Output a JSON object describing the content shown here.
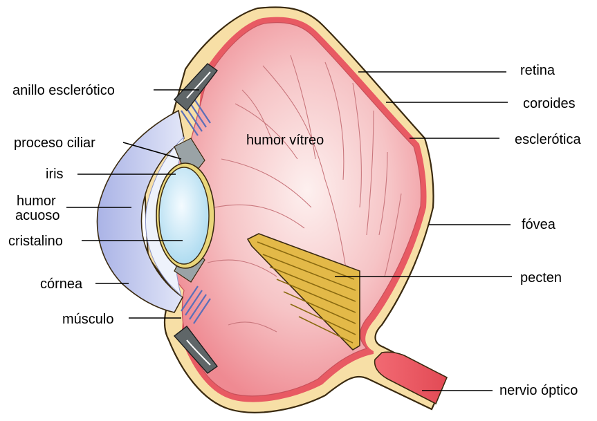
{
  "labels": {
    "anillo": "anillo esclerótico",
    "proceso": "proceso ciliar",
    "iris": "iris",
    "humor_1": "humor",
    "humor_2": "acuoso",
    "cristalino": "cristalino",
    "cornea": "córnea",
    "musculo": "músculo",
    "vitreo": "humor vítreo",
    "retina": "retina",
    "coroides": "coroides",
    "esclerotica": "esclerótica",
    "fovea": "fóvea",
    "pecten": "pecten",
    "nervio": "nervio óptico"
  },
  "colors": {
    "sclera": "#f7dfa6",
    "sclera_outline": "#3a2a10",
    "choroid": "#e85a63",
    "vitreous_outer": "#f08a93",
    "vitreous_inner": "#fbe3e3",
    "lens": "#bfe6f6",
    "cornea": "#c7cdf0",
    "aqueous": "#eef2fb",
    "pecten": "#e3b948",
    "ossicle": "#5f6668",
    "muscle": "#6f86c8",
    "nerve": "#e8535d"
  }
}
